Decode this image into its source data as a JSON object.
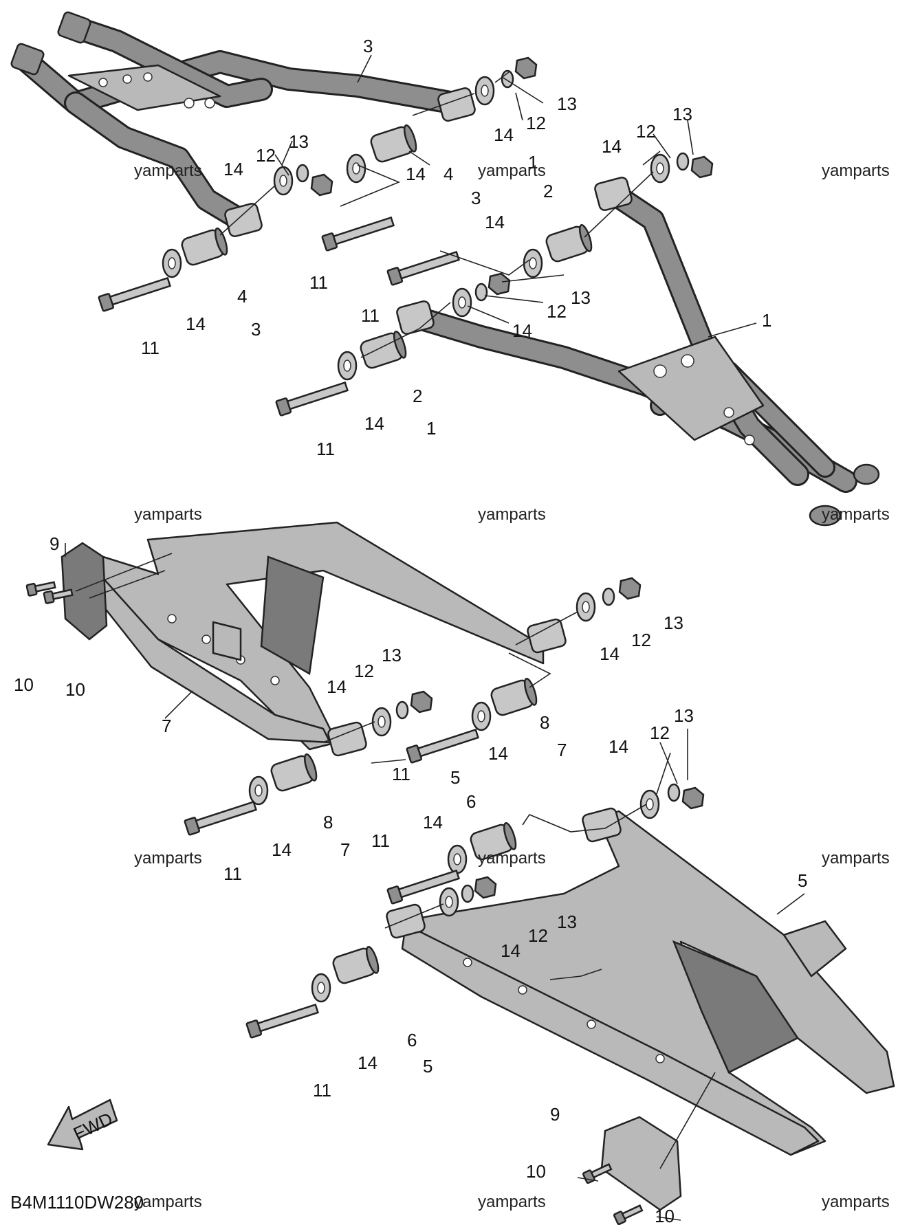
{
  "diagram_code": "B4M1110DW280",
  "watermark": "yamparts",
  "fwd_label": "FWD",
  "callouts": {
    "c1": "1",
    "c2": "2",
    "c3": "3",
    "c4": "4",
    "c5": "5",
    "c6": "6",
    "c7": "7",
    "c8": "8",
    "c9": "9",
    "c10": "10",
    "c11": "11",
    "c12": "12",
    "c13": "13",
    "c14": "14"
  }
}
